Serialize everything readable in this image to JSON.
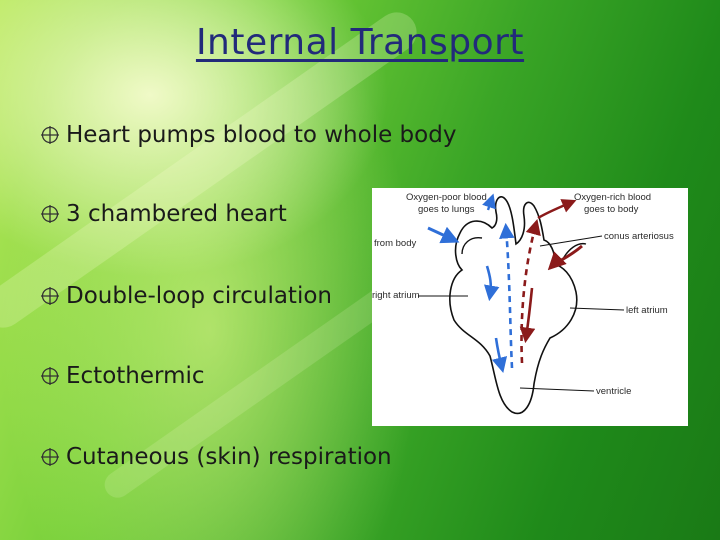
{
  "slide": {
    "title": "Internal Transport",
    "bullet_icon": "circle-cross-bullet-icon",
    "bullets": [
      "Heart pumps blood to whole body",
      "3 chambered heart",
      "Double-loop circulation",
      "Ectothermic",
      "Cutaneous (skin) respiration"
    ]
  },
  "diagram": {
    "labels": {
      "oxygen_poor_1": "Oxygen-poor blood",
      "oxygen_poor_2": "goes to lungs",
      "oxygen_rich_1": "Oxygen-rich blood",
      "oxygen_rich_2": "goes to body",
      "from_body": "from body",
      "conus_arteriosus": "conus arteriosus",
      "right_atrium": "right atrium",
      "left_atrium": "left atrium",
      "ventricle": "ventricle"
    },
    "colors": {
      "oxygen_poor": "#2f6fd8",
      "oxygen_rich": "#8b1a1a",
      "outline": "#111111"
    }
  },
  "theme": {
    "title_color": "#222a7a",
    "text_color": "#1a1a1a"
  }
}
